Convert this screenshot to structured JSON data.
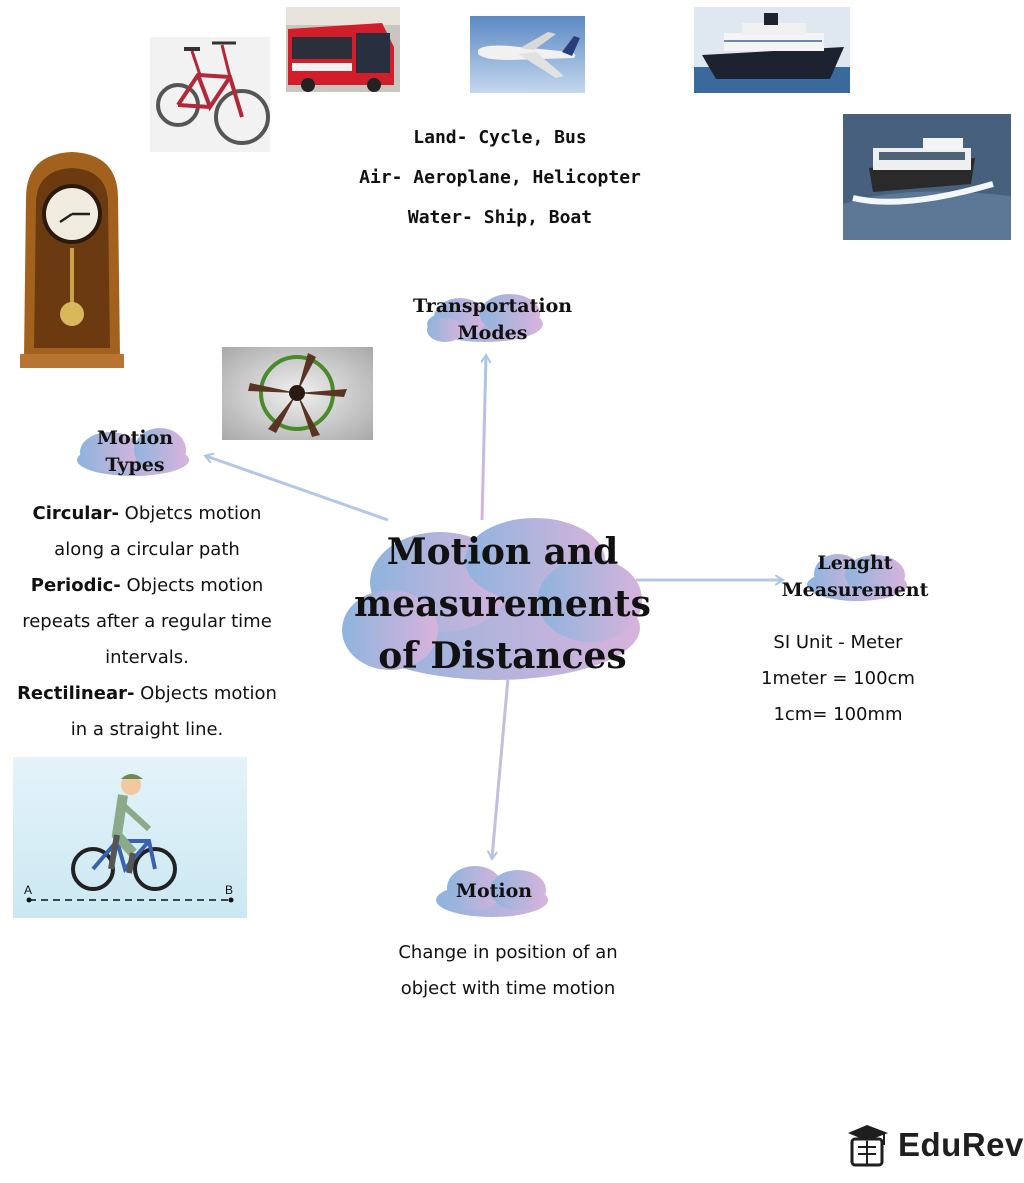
{
  "center": {
    "line1": "Motion and",
    "line2": "measurements",
    "line3": "of Distances"
  },
  "transport": {
    "title_line1": "Transportation",
    "title_line2": "Modes",
    "land": "Land- Cycle, Bus",
    "air": "Air- Aeroplane, Helicopter",
    "water": "Water- Ship, Boat"
  },
  "motion_types": {
    "title_line1": "Motion",
    "title_line2": "Types",
    "circular_term": "Circular-",
    "circular_text": " Objetcs motion along a circular path",
    "periodic_term": "Periodic-",
    "periodic_text": "  Objects motion repeats after a regular time intervals.",
    "rectilinear_term": "Rectilinear-",
    "rectilinear_text": " Objects motion in a straight line."
  },
  "length": {
    "title_line1": "Lenght",
    "title_line2": "Measurement",
    "si_unit": "SI Unit - Meter",
    "meter": "1meter = 100cm",
    "cm": "1cm= 100mm"
  },
  "motion": {
    "title": "Motion",
    "definition": "Change in position of an object with time motion"
  },
  "cycle_path": {
    "start": "A",
    "end": "B"
  },
  "logo": {
    "text": "EduRev"
  },
  "colors": {
    "cloud_blue": "#8fb4dd",
    "cloud_pink": "#d7b3dc",
    "arrow": "#b9cde6"
  }
}
